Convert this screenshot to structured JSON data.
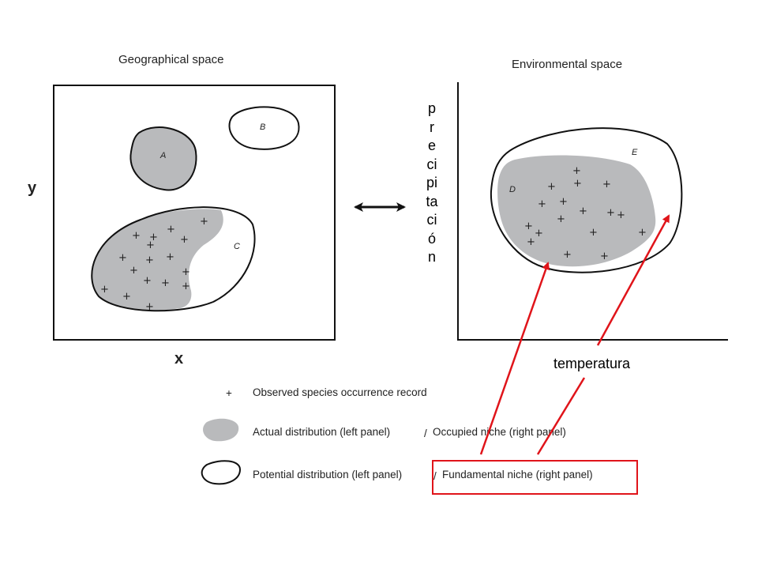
{
  "left_panel": {
    "title": "Geographical space",
    "x_label": "x",
    "y_label": "y",
    "regions": {
      "a": "A",
      "b": "B",
      "c": "C"
    }
  },
  "right_panel": {
    "title": "Environmental space",
    "regions": {
      "d": "D",
      "e": "E"
    }
  },
  "legend": {
    "plus_symbol": "+",
    "occurrence": "Observed species occurrence record",
    "actual": "Actual distribution (left panel)",
    "occupied": "Occupied niche (right panel)",
    "potential": "Potential distribution (left panel)",
    "fundamental": "Fundamental niche (right panel)",
    "separator": "/"
  },
  "overlay": {
    "precipitacion_lines": [
      "p",
      "r",
      "e",
      "ci",
      "pi",
      "ta",
      "ci",
      "ó",
      "n"
    ],
    "temperatura": "temperatura"
  },
  "colors": {
    "shade": "#b9babc",
    "annotation": "#e0141a",
    "stroke": "#111111"
  }
}
